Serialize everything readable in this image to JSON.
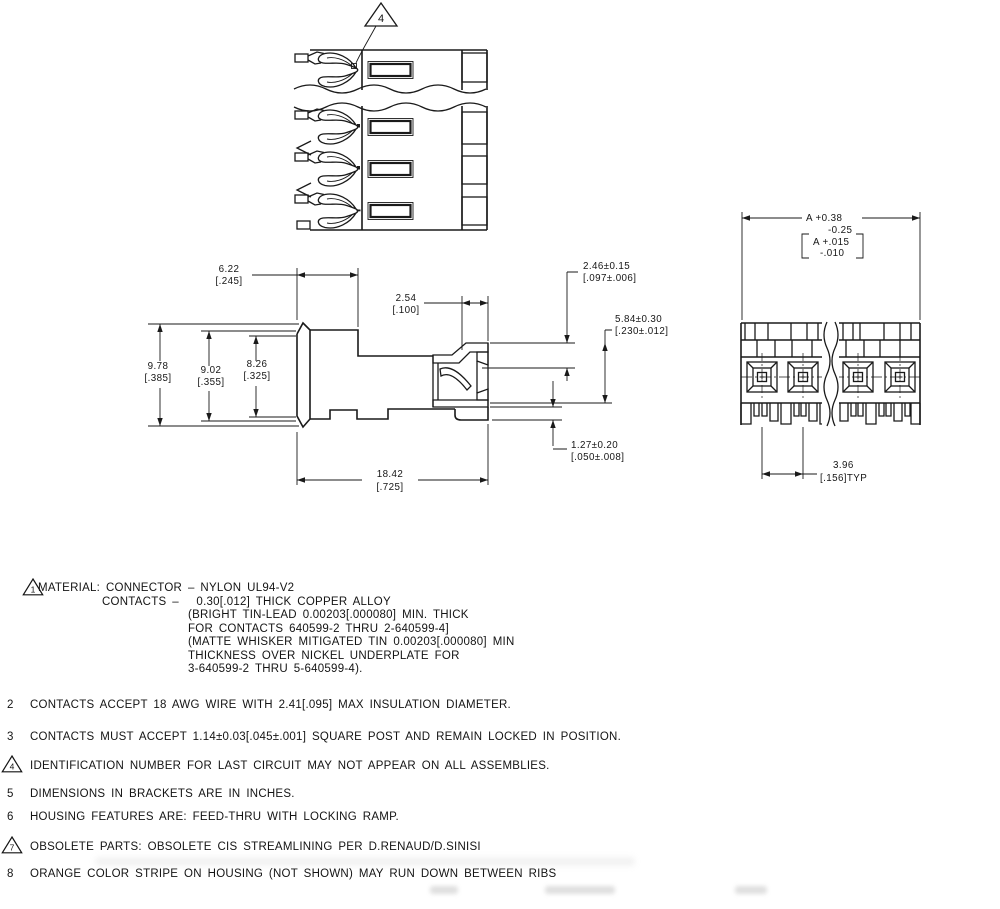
{
  "colors": {
    "ink": "#1a1a1a",
    "paper": "#ffffff"
  },
  "top_view": {
    "flag_number": "4"
  },
  "side_view": {
    "dim_6_22": {
      "mm": "6.22",
      "in": "[.245]"
    },
    "dim_2_54": {
      "mm": "2.54",
      "in": "[.100]"
    },
    "dim_2_46": {
      "mm": "2.46±0.15",
      "in": "[.097±.006]"
    },
    "dim_5_84": {
      "mm": "5.84±0.30",
      "in": "[.230±.012]"
    },
    "dim_9_78": {
      "mm": "9.78",
      "in": "[.385]"
    },
    "dim_9_02": {
      "mm": "9.02",
      "in": "[.355]"
    },
    "dim_8_26": {
      "mm": "8.26",
      "in": "[.325]"
    },
    "dim_1_27": {
      "mm": "1.27±0.20",
      "in": "[.050±.008]"
    },
    "dim_18_42": {
      "mm": "18.42",
      "in": "[.725]"
    }
  },
  "front_view": {
    "dim_a": {
      "line1": "A +0.38",
      "line2": "-0.25"
    },
    "dim_a_inches": {
      "line1": "A +.015",
      "line2": "-.010"
    },
    "dim_pitch": {
      "mm": "3.96",
      "in": "[.156]TYP"
    }
  },
  "notes": [
    {
      "marker": "1",
      "marker_type": "flag",
      "lines": [
        "MATERIAL: CONNECTOR – NYLON UL94-V2",
        "CONTACTS –   0.30[.012] THICK COPPER ALLOY",
        "(BRIGHT TIN-LEAD 0.00203[.000080] MIN. THICK",
        "FOR CONTACTS 640599-2 THRU 2-640599-4]",
        "(MATTE WHISKER MITIGATED TIN 0.00203[.000080] MIN",
        "THICKNESS OVER NICKEL UNDERPLATE FOR",
        "3-640599-2 THRU 5-640599-4)."
      ]
    },
    {
      "marker": "2",
      "marker_type": "number",
      "lines": [
        "CONTACTS ACCEPT 18 AWG WIRE WITH 2.41[.095] MAX INSULATION DIAMETER."
      ]
    },
    {
      "marker": "3",
      "marker_type": "number",
      "lines": [
        "CONTACTS MUST ACCEPT 1.14±0.03[.045±.001] SQUARE POST AND REMAIN LOCKED IN POSITION."
      ]
    },
    {
      "marker": "4",
      "marker_type": "flag",
      "lines": [
        "IDENTIFICATION NUMBER FOR LAST CIRCUIT MAY NOT APPEAR ON ALL ASSEMBLIES."
      ]
    },
    {
      "marker": "5",
      "marker_type": "number",
      "lines": [
        "DIMENSIONS IN BRACKETS ARE IN INCHES."
      ]
    },
    {
      "marker": "6",
      "marker_type": "number",
      "lines": [
        "HOUSING FEATURES ARE: FEED-THRU WITH LOCKING RAMP."
      ]
    },
    {
      "marker": "7",
      "marker_type": "flag",
      "lines": [
        "OBSOLETE PARTS: OBSOLETE CIS STREAMLINING PER D.RENAUD/D.SINISI"
      ]
    },
    {
      "marker": "8",
      "marker_type": "number",
      "lines": [
        "ORANGE COLOR STRIPE ON HOUSING (NOT SHOWN) MAY RUN DOWN BETWEEN RIBS"
      ]
    }
  ]
}
